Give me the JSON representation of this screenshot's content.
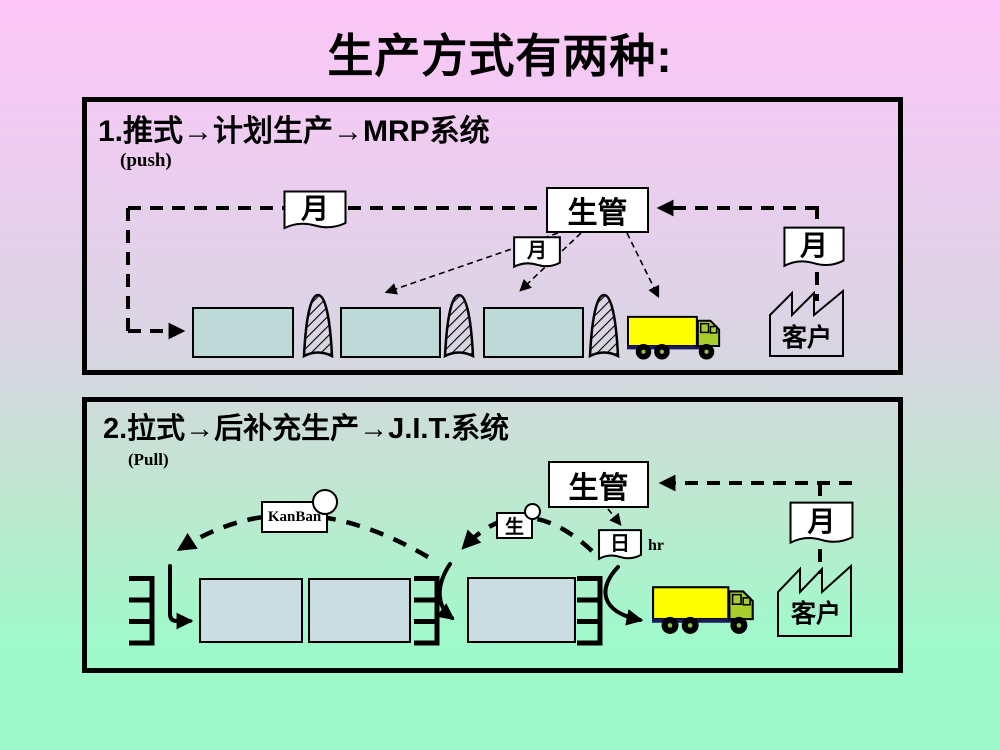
{
  "slide": {
    "title": "生产方式有两种:"
  },
  "panel1": {
    "heading": "1.推式→计划生产→MRP系统",
    "subheading": "(push)",
    "month_label": "月",
    "prod_control_label": "生管",
    "customer_label": "客户"
  },
  "panel2": {
    "heading": "2.拉式→后补充生产→J.I.T.系统",
    "subheading": "(Pull)",
    "prod_control_label": "生管",
    "kanban_label": "KanBan",
    "sheng_label": "生",
    "day_label": "日",
    "hr_label": "hr",
    "month_label": "月",
    "customer_label": "客户"
  },
  "icons": {
    "document-icon": "white sheet with wavy bottom edge",
    "inventory-pile-icon": "hatched mound between processes",
    "flow-rack-icon": "comb-shaped rack with four shelves",
    "truck-icon": "yellow delivery truck with green cab",
    "factory-icon": "building outline with sawtooth roof",
    "kanban-signal-icon": "small circle attached to card"
  },
  "colors": {
    "bg_top": "#fcc6f6",
    "bg_mid": "#d9d5e2",
    "bg_bottom": "#9ffacb",
    "panel_border": "#000000",
    "doc_fill": "#ffffff",
    "process_fill_push": "#bedad8",
    "process_fill_pull": "#c9dde2",
    "truck_body": "#ffff00",
    "truck_cab": "#a6cc2e",
    "truck_chassis": "#1a1a55"
  }
}
